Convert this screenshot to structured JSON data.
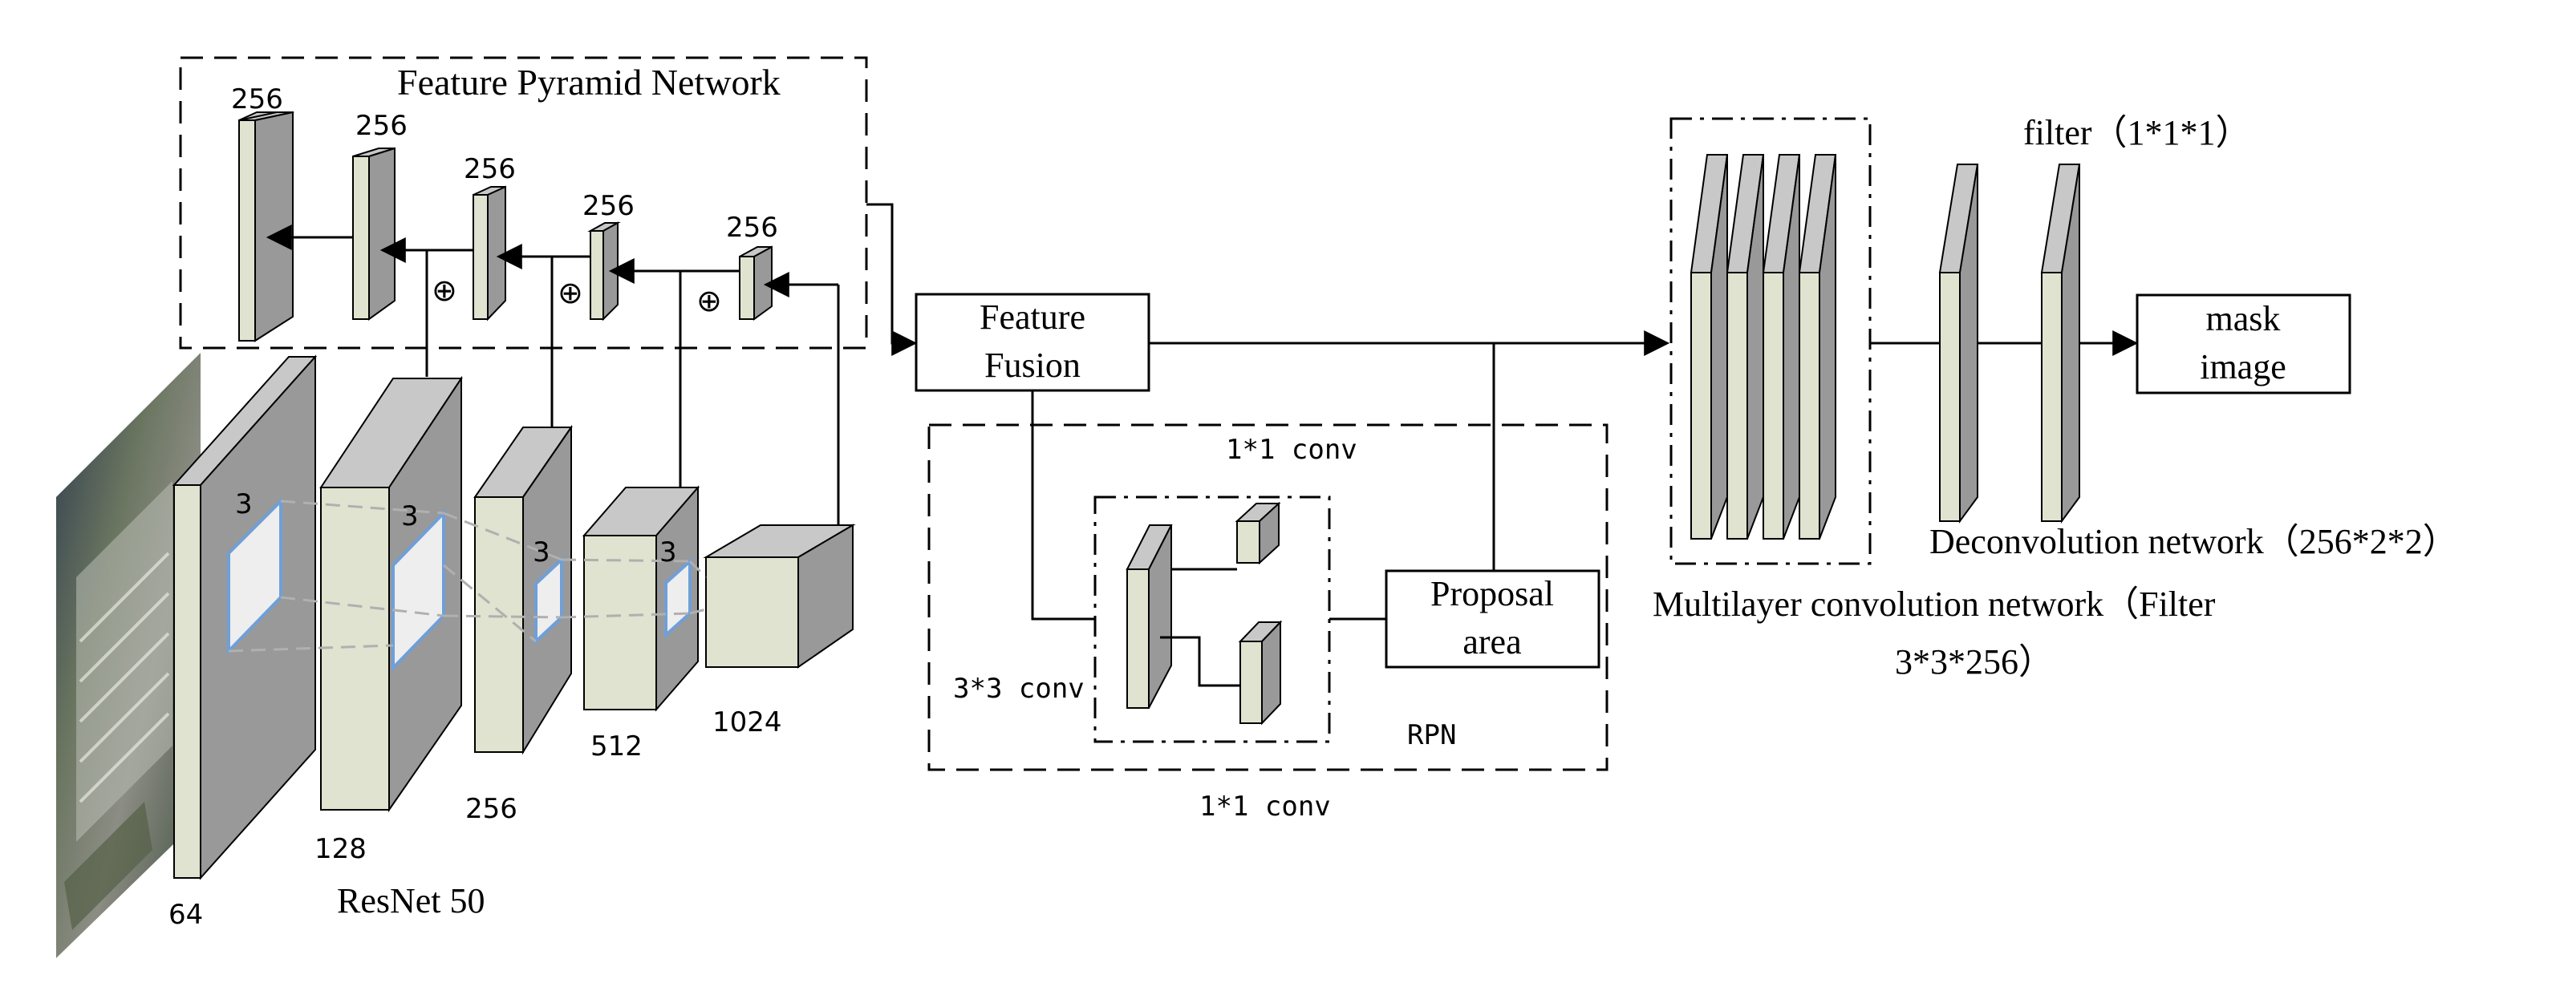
{
  "fpn": {
    "title": "Feature Pyramid Network",
    "channel_labels": [
      "256",
      "256",
      "256",
      "256",
      "256"
    ],
    "add_symbol": "⊕"
  },
  "backbone": {
    "name": "ResNet 50",
    "kernel_labels": [
      "3",
      "3",
      "3",
      "3"
    ],
    "stage_labels": [
      "64",
      "128",
      "256",
      "512",
      "1024"
    ]
  },
  "feature_fusion": {
    "line1": "Feature",
    "line2": "Fusion"
  },
  "rpn": {
    "label": "RPN",
    "conv_top": "1*1 conv",
    "conv_left": "3*3 conv",
    "conv_bottom": "1*1 conv"
  },
  "proposal": {
    "line1": "Proposal",
    "line2": "area"
  },
  "multilayer": {
    "line1": "Multilayer convolution network（Filter",
    "line2": "3*3*256）"
  },
  "deconv": {
    "filter_label": "filter（1*1*1）",
    "label": "Deconvolution network（256*2*2）"
  },
  "mask": {
    "line1": "mask",
    "line2": "image"
  },
  "colors": {
    "face": "#dfe3cf",
    "side": "#999999",
    "top": "#c8c8c8",
    "kernel_edge": "#6f9fd8",
    "kernel_fill": "#eeeeee",
    "line": "#000000"
  }
}
